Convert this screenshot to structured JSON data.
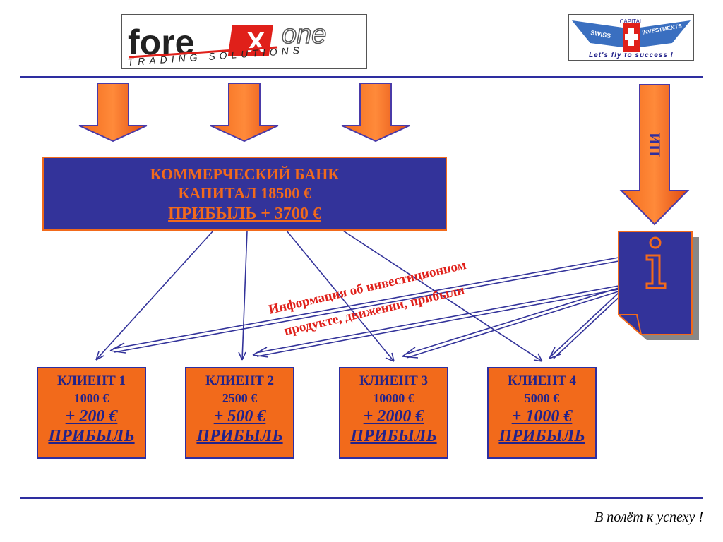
{
  "logos": {
    "left": {
      "word1": "fore",
      "word2": "X",
      "word3": "one",
      "tagline": "TRADING SOLUTIONS"
    },
    "right": {
      "top": "CAPITAL",
      "left": "SWISS",
      "right": "INVESTMENTS",
      "tagline": "Let's fly to success !"
    }
  },
  "bank": {
    "line1": "КОММЕРЧЕСКИЙ БАНК",
    "line2": "КАПИТАЛ 18500 €",
    "line3": "ПРИБЫЛЬ + 3700 €"
  },
  "ip_label": "ИП",
  "info_text": {
    "line1": "Информация об инвестиционном",
    "line2": "продукте, движении, прибыли"
  },
  "clients": [
    {
      "name": "КЛИЕНТ 1",
      "capital": "1000 €",
      "profit": "+ 200 €",
      "profit_label": "ПРИБЫЛЬ"
    },
    {
      "name": "КЛИЕНТ 2",
      "capital": "2500 €",
      "profit": "+ 500 €",
      "profit_label": "ПРИБЫЛЬ"
    },
    {
      "name": "КЛИЕНТ 3",
      "capital": "10000 €",
      "profit": "+ 2000 €",
      "profit_label": "ПРИБЫЛЬ"
    },
    {
      "name": "КЛИЕНТ 4",
      "capital": "5000 €",
      "profit": "+ 1000 €",
      "profit_label": "ПРИБЫЛЬ"
    }
  ],
  "info_icon": "info-document-icon",
  "slogan": "В полёт к успеху !",
  "colors": {
    "blue": "#33339a",
    "orange": "#f26a1b",
    "red_text": "#e0201a"
  }
}
